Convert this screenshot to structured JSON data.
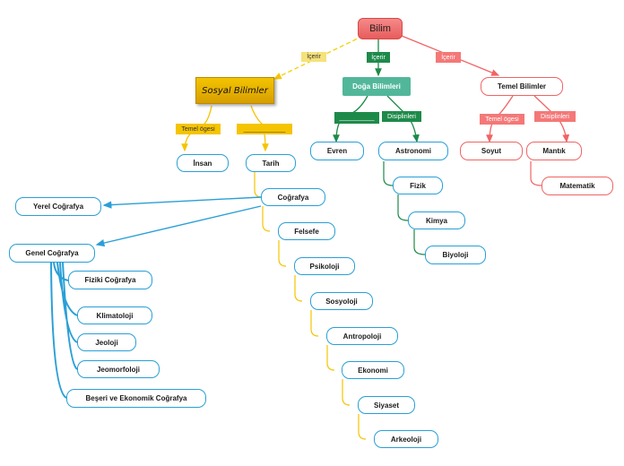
{
  "root": {
    "label": "Bilim"
  },
  "branch_labels": {
    "sosyal": "İçerir",
    "doga": "İçerir",
    "temel": "İçerir"
  },
  "sosyal": {
    "title": "Sosyal Bilimler",
    "left_badge": "Temel ögesi",
    "right_badge": "____________",
    "insan": "İnsan",
    "tarih": "Tarih",
    "tarih_chain": [
      "Coğrafya",
      "Felsefe",
      "Psikoloji",
      "Sosyoloji",
      "Antropoloji",
      "Ekonomi",
      "Siyaset",
      "Arkeoloji"
    ],
    "yerel": "Yerel Coğrafya",
    "genel": "Genel Coğrafya",
    "genel_children": [
      "Fiziki Coğrafya",
      "Klimatoloji",
      "Jeoloji",
      "Jeomorfoloji",
      "Beşeri ve Ekonomik Coğrafya"
    ]
  },
  "doga": {
    "title": "Doğa Bilimleri",
    "left_badge": "__________",
    "right_badge": "Disiplinleri",
    "evren": "Evren",
    "astronomi": "Astronomi",
    "chain": [
      "Fizik",
      "Kimya",
      "Biyoloji"
    ]
  },
  "temel": {
    "title": "Temel Bilimler",
    "left_badge": "Temel ögesi",
    "right_badge": "Disiplinleri",
    "soyut": "Soyut",
    "mantik": "Mantık",
    "matematik": "Matematik"
  },
  "colors": {
    "root_fill": "#f26b6b",
    "sosyal_fill": "#e8b800",
    "yellow_badge": "#f5c400",
    "green_dark": "#1e8a4a",
    "green_fill": "#52b79a",
    "red_line": "#f06464",
    "red_badge": "#f47878",
    "blue_line": "#2a9fd6"
  }
}
